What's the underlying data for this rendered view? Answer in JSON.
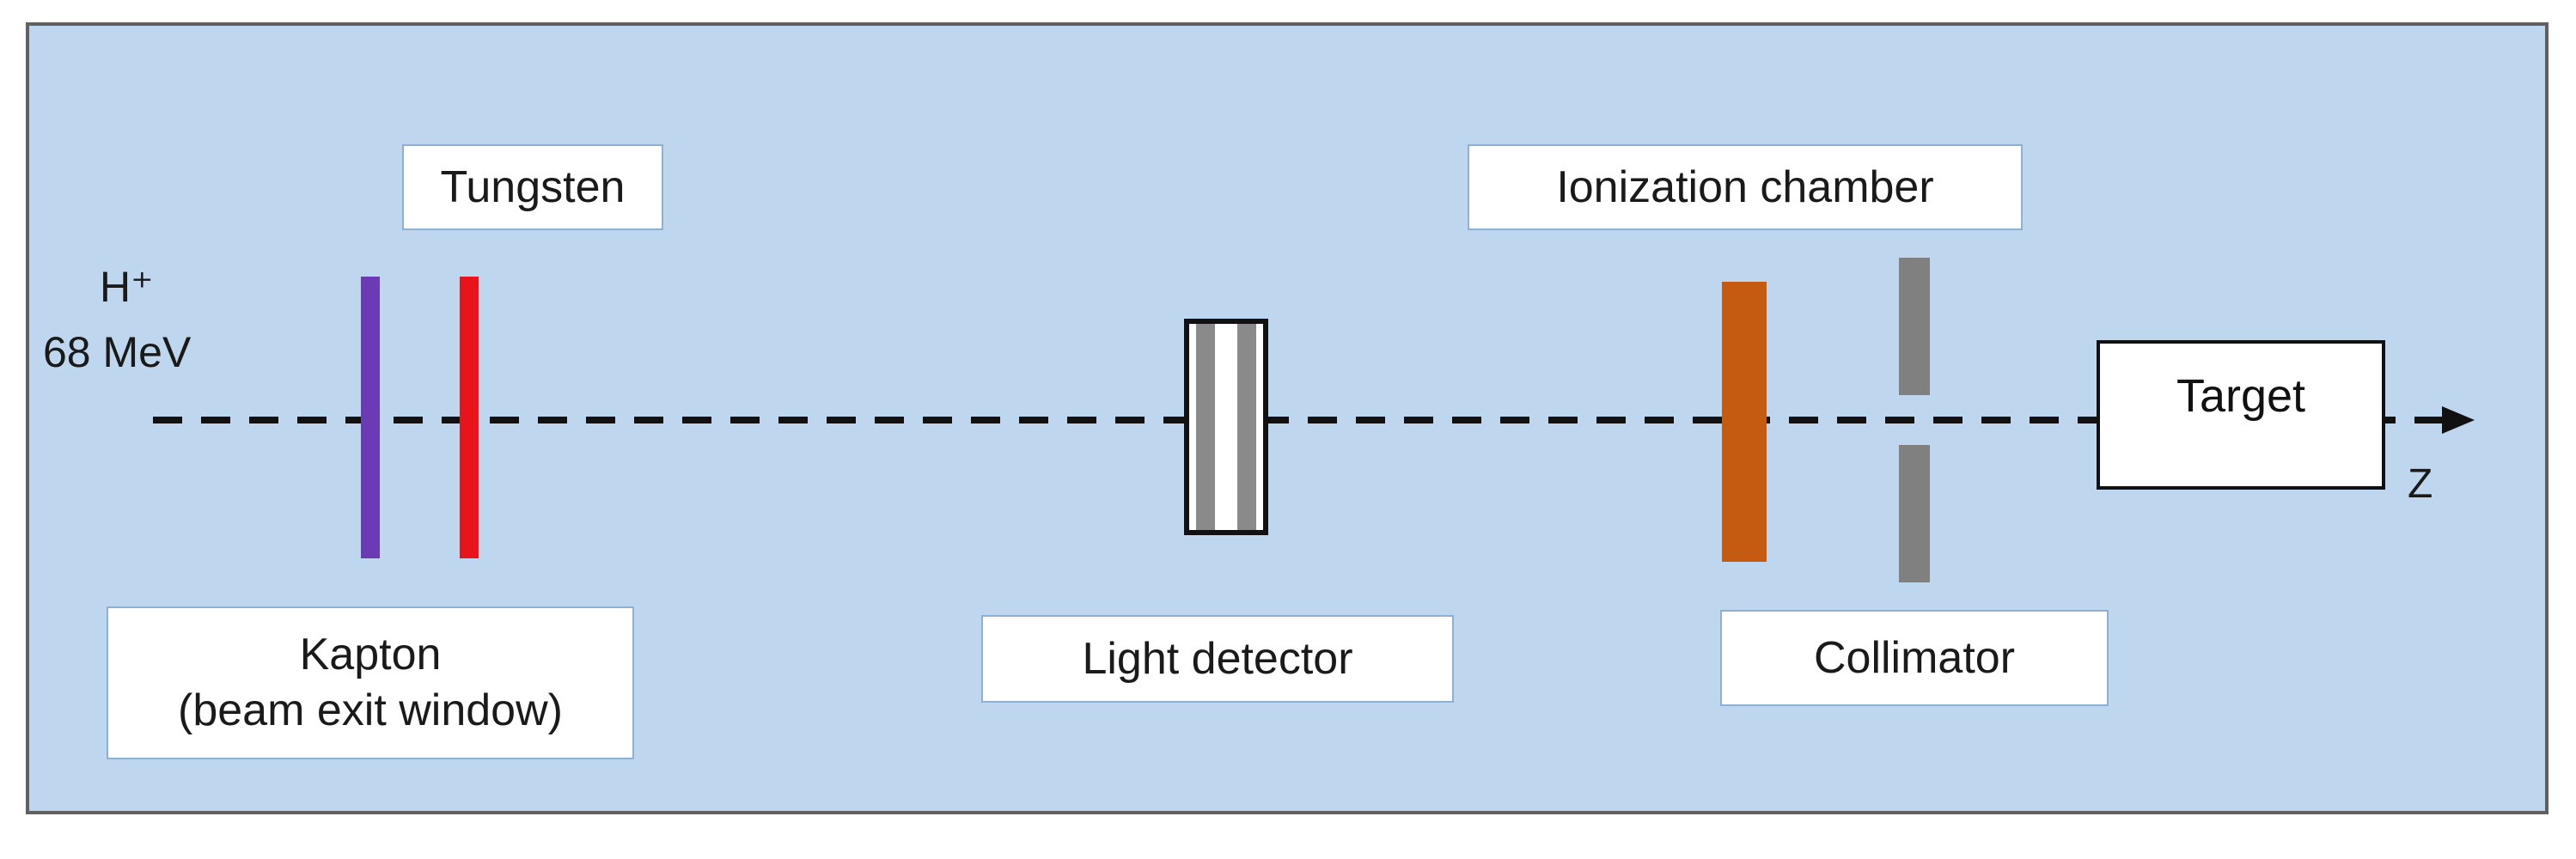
{
  "beam": {
    "particle": "H⁺",
    "energy": "68 MeV"
  },
  "labels": {
    "tungsten": "Tungsten",
    "kapton_line1": "Kapton",
    "kapton_line2": "(beam exit window)",
    "light_detector": "Light detector",
    "ionization_chamber": "Ionization chamber",
    "collimator": "Collimator",
    "target": "Target",
    "axis": "Z"
  },
  "colors": {
    "background": "#bed7ee",
    "kapton": "#6a3bb5",
    "tungsten": "#e8141c",
    "ionization_chamber": "#c55a11",
    "collimator": "#808080",
    "detector_strip": "#8a8a8a"
  }
}
